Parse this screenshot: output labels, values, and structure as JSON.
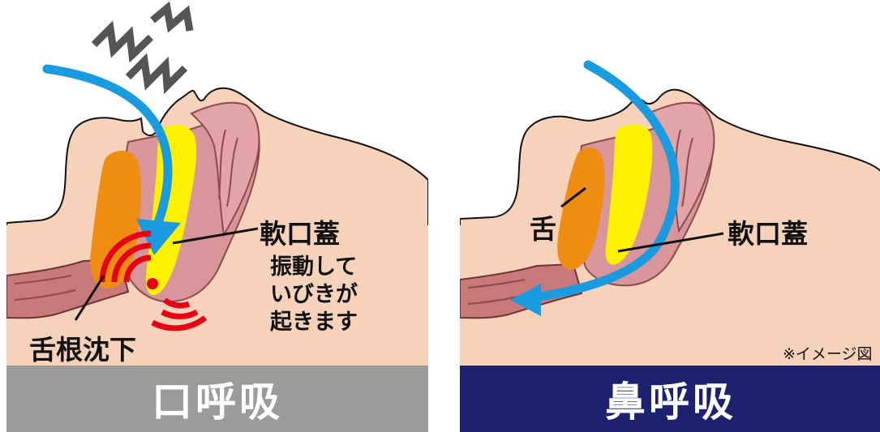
{
  "left_panel": {
    "title": "口呼吸",
    "label_soft_palate": "軟口蓋",
    "label_vibration_lines": [
      "振動して",
      "いびきが",
      "起きます"
    ],
    "label_tongue_base": "舌根沈下",
    "footer_color": "#9b9b9b"
  },
  "right_panel": {
    "title": "鼻呼吸",
    "label_tongue": "舌",
    "label_soft_palate": "軟口蓋",
    "note": "※イメージ図",
    "footer_color": "#1c2270"
  },
  "colors": {
    "skin": "#f6d2bb",
    "tongue": "#ef8c12",
    "palate": "#fff200",
    "airflow": "#1a9be0",
    "vibration": "#e60012",
    "airway": "#c9797a",
    "cavity": "#d8959a"
  }
}
